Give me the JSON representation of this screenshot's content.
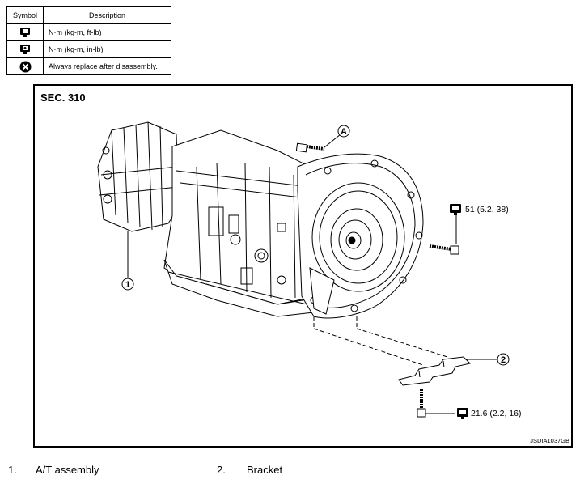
{
  "legend": {
    "header_symbol": "Symbol",
    "header_description": "Description",
    "rows": [
      {
        "icon": "torque-wrench-icon",
        "text": "N·m (kg-m, ft-lb)"
      },
      {
        "icon": "torque-wrench-small-icon",
        "text": "N·m (kg-m, in-lb)"
      },
      {
        "icon": "replace-icon",
        "text": "Always replace after disassembly."
      }
    ]
  },
  "figure": {
    "section": "SEC. 310",
    "figure_id": "JSDIA1037GB",
    "callouts": {
      "a": "A",
      "one": "1",
      "two": "2"
    },
    "torque_1": "51 (5.2, 38)",
    "torque_2": "21.6 (2.2, 16)"
  },
  "parts": [
    {
      "number": "1.",
      "name": "A/T assembly"
    },
    {
      "number": "2.",
      "name": "Bracket"
    }
  ]
}
